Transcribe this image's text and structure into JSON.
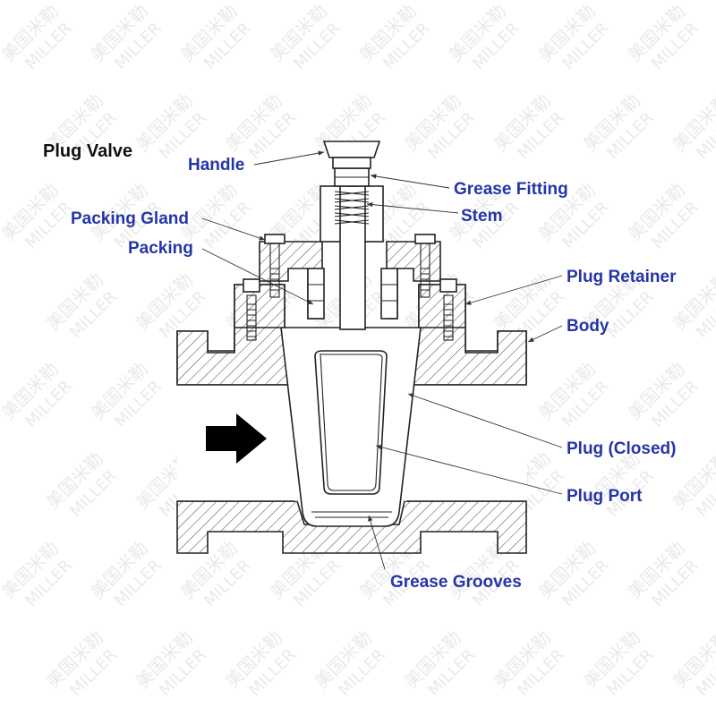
{
  "title": "Plug Valve",
  "watermark": {
    "cn": "美国米勒",
    "en": "MILLER"
  },
  "labels": {
    "handle": "Handle",
    "grease_fitting": "Grease Fitting",
    "stem": "Stem",
    "packing_gland": "Packing Gland",
    "packing": "Packing",
    "plug_retainer": "Plug Retainer",
    "body": "Body",
    "plug_closed": "Plug (Closed)",
    "plug_port": "Plug Port",
    "grease_grooves": "Grease Grooves"
  },
  "colors": {
    "label": "#2535a8",
    "title": "#111111",
    "line": "#222222"
  }
}
